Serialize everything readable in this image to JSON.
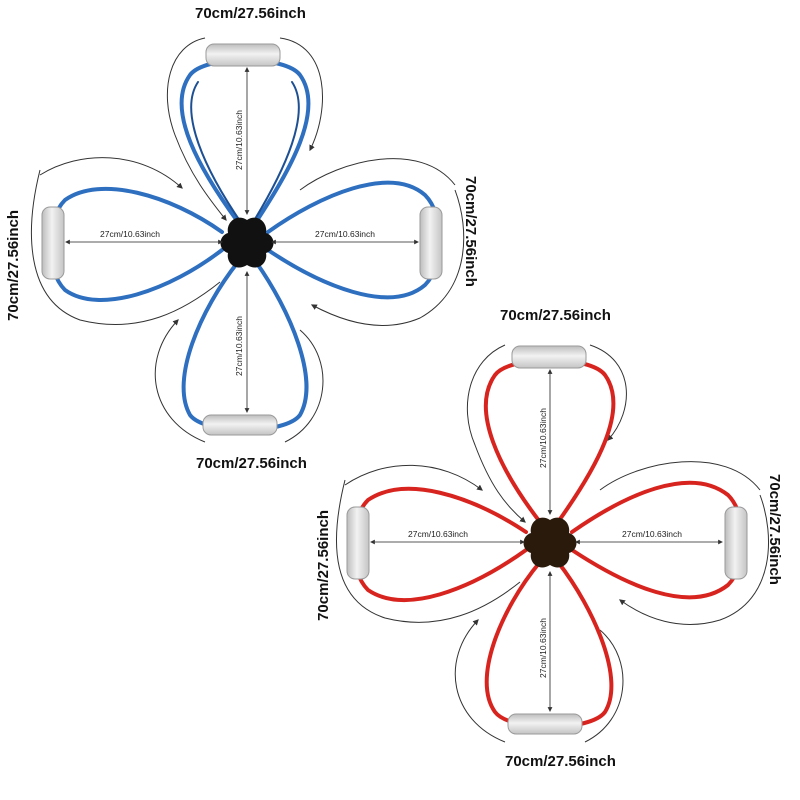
{
  "colors": {
    "blue_band": "#2e6fc0",
    "blue_band_dark": "#1d4f93",
    "red_band": "#d8241f",
    "red_band_dark": "#a5140f",
    "handle": "#dcdcdc",
    "blue_hub": "#111111",
    "red_hub": "#2a1a0c",
    "annotation": "#333333"
  },
  "icons": {
    "blue_hub": "hub-connector-icon",
    "red_hub": "hub-connector-icon",
    "handle": "foam-handle-icon",
    "arrow": "curved-arrow-icon"
  },
  "blue_expander": {
    "label_top": "70cm/27.56inch",
    "label_bottom": "70cm/27.56inch",
    "label_left": "70cm/27.56inch",
    "label_right": "70cm/27.56inch",
    "dim_top": "27cm/10.63inch",
    "dim_bottom": "27cm/10.63inch",
    "dim_left": "27cm/10.63inch",
    "dim_right": "27cm/10.63inch"
  },
  "red_expander": {
    "label_top": "70cm/27.56inch",
    "label_bottom": "70cm/27.56inch",
    "label_left": "70cm/27.56inch",
    "label_right": "70cm/27.56inch",
    "dim_top": "27cm/10.63inch",
    "dim_bottom": "27cm/10.63inch",
    "dim_left": "27cm/10.63inch",
    "dim_right": "27cm/10.63inch"
  }
}
